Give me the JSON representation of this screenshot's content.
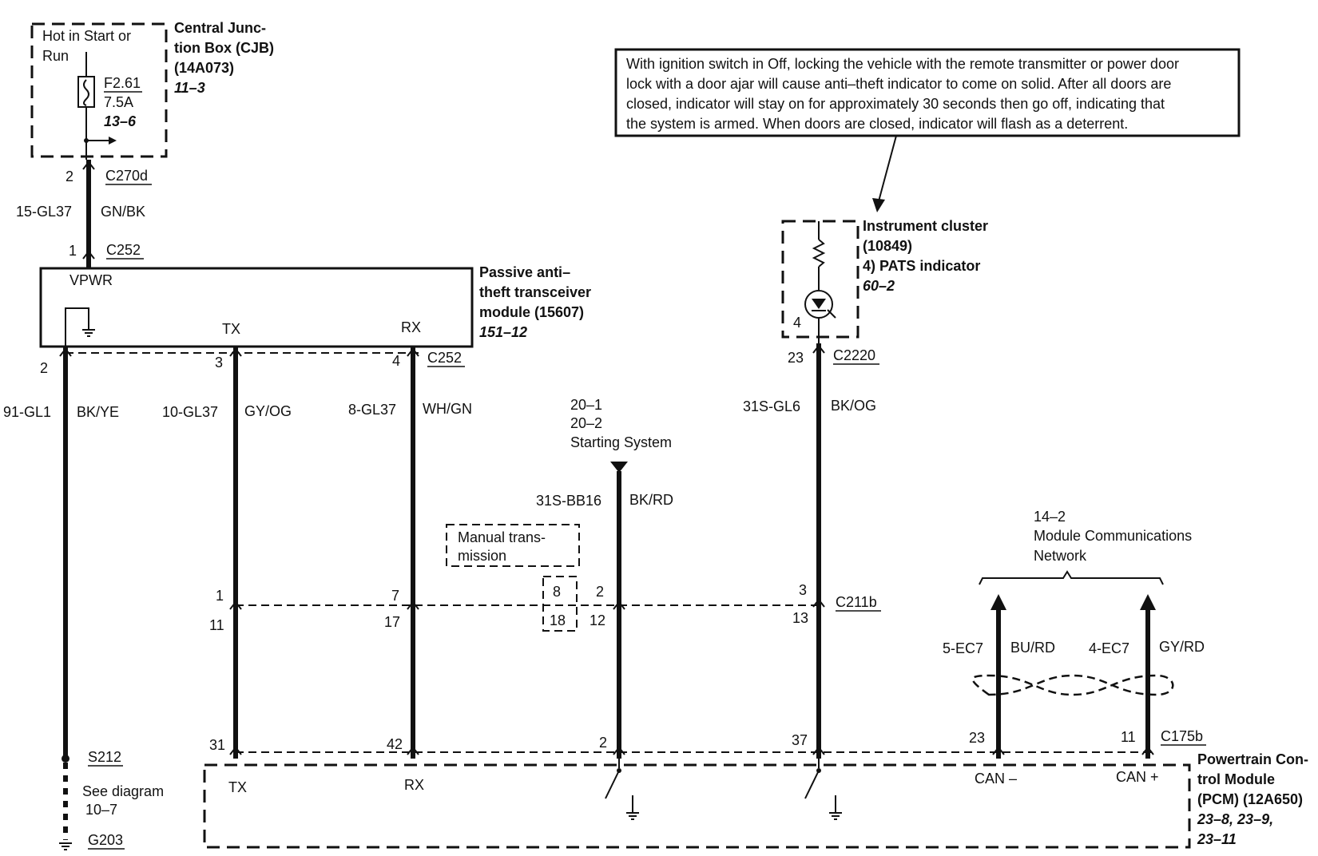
{
  "cjb": {
    "hot_line1": "Hot in Start or",
    "hot_line2": "Run",
    "title_line1": "Central Junc-",
    "title_line2": "tion Box (CJB)",
    "part": "(14A073)",
    "ref": "11–3",
    "fuse": "F2.61",
    "fuse_rating": "7.5A",
    "fuse_ref": "13–6"
  },
  "feed": {
    "pin_top": "2",
    "connector_top": "C270d",
    "circuit": "15-GL37",
    "color": "GN/BK",
    "pin_bottom": "1",
    "connector_bottom": "C252"
  },
  "pats_module": {
    "title_line1": "Passive anti–",
    "title_line2": "theft transceiver",
    "title_line3": "module (15607)",
    "ref": "151–12",
    "vpwr": "VPWR",
    "tx": "TX",
    "rx": "RX",
    "connector": "C252"
  },
  "wires": {
    "gnd": {
      "pin": "2",
      "circuit": "91-GL1",
      "color": "BK/YE"
    },
    "tx": {
      "pin": "3",
      "circuit": "10-GL37",
      "color": "GY/OG"
    },
    "rx": {
      "pin": "4",
      "circuit": "8-GL37",
      "color": "WH/GN"
    },
    "start": {
      "circuit": "31S-BB16",
      "color": "BK/RD"
    },
    "pats": {
      "pin_top": "23",
      "connector": "C2220",
      "circuit": "31S-GL6",
      "color": "BK/OG"
    },
    "can_minus": {
      "circuit": "5-EC7",
      "color": "BU/RD"
    },
    "can_plus": {
      "circuit": "4-EC7",
      "color": "GY/RD"
    }
  },
  "starting": {
    "ref1": "20–1",
    "ref2": "20–2",
    "label": "Starting System"
  },
  "note": {
    "line1": "With ignition switch in Off, locking the vehicle with the remote transmitter or power door",
    "line2": "lock with a door ajar will cause anti–theft indicator to come on solid. After all doors are",
    "line3": "closed, indicator will stay on for approximately 30 seconds then go off, indicating that",
    "line4": "the system is armed. When doors are closed, indicator will flash as a deterrent."
  },
  "cluster": {
    "title_line1": "Instrument cluster",
    "title_line2": "(10849)",
    "item": "4)   PATS indicator",
    "ref": "60–2",
    "pin": "4"
  },
  "manual": {
    "line1": "Manual trans-",
    "line2": "mission",
    "pin_a": "8",
    "pin_b": "18"
  },
  "c211b": {
    "connector": "C211b",
    "tx_top": "1",
    "tx_bottom": "11",
    "rx_top": "7",
    "rx_bottom": "17",
    "start_top": "2",
    "start_bottom": "12",
    "pats_top": "3",
    "pats_bottom": "13"
  },
  "network": {
    "ref": "14–2",
    "line1": "Module Communications",
    "line2": "Network"
  },
  "pcm": {
    "title_line1": "Powertrain Con-",
    "title_line2": "trol Module",
    "title_line3": "(PCM) (12A650)",
    "refs_line1": "23–8, 23–9,",
    "refs_line2": "23–11",
    "connector": "C175b",
    "pin_tx": "31",
    "pin_rx": "42",
    "pin_start": "2",
    "pin_pats": "37",
    "pin_can_minus": "23",
    "pin_can_plus": "11",
    "tx": "TX",
    "rx": "RX",
    "can_minus": "CAN –",
    "can_plus": "CAN +"
  },
  "splice": {
    "name": "S212",
    "see_line1": "See diagram",
    "see_line2": "10–7",
    "ground": "G203"
  }
}
